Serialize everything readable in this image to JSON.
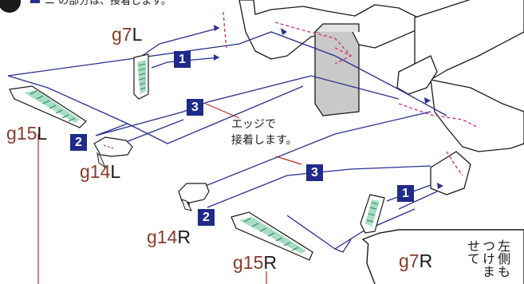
{
  "header": {
    "circle_num": "",
    "text": "ニ の部分は、接着します。"
  },
  "steps": [
    {
      "id": "s1a",
      "num": "1"
    },
    {
      "id": "s1b",
      "num": "1"
    },
    {
      "id": "s2a",
      "num": "2"
    },
    {
      "id": "s2b",
      "num": "2"
    },
    {
      "id": "s3a",
      "num": "3"
    },
    {
      "id": "s3b",
      "num": "3"
    }
  ],
  "parts": {
    "g7L": {
      "base": "g7",
      "suffix": "L"
    },
    "g15L": {
      "base": "g15",
      "suffix": "L"
    },
    "g14L": {
      "base": "g14",
      "suffix": "L"
    },
    "g14R": {
      "base": "g14",
      "suffix": "R"
    },
    "g15R": {
      "base": "g15",
      "suffix": "R"
    },
    "g7R": {
      "base": "g7",
      "suffix": "R"
    }
  },
  "notes": {
    "edge_glue_line1": "エッジで",
    "edge_glue_line2": "接着します。"
  },
  "callout": {
    "col1": "左側も",
    "col2": "つけま",
    "col3": "せて"
  },
  "colors": {
    "step_badge": "#1f2a8a",
    "part_label": "#8b3a2a",
    "guide_line": "#2a2f8f",
    "glue_mark": "#d6337a",
    "part_stripe": "#3aa57a"
  }
}
